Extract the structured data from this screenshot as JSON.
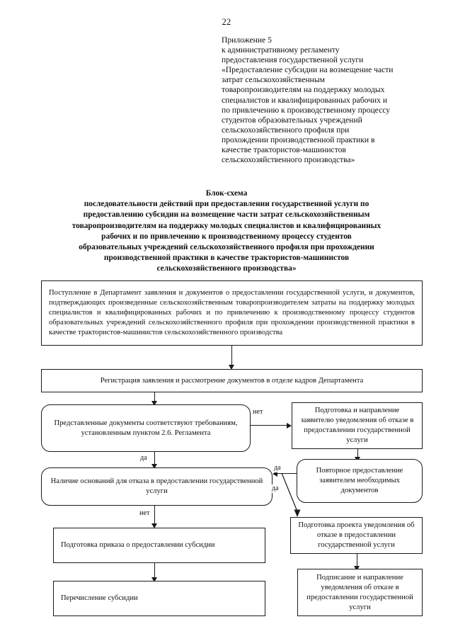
{
  "document": {
    "page_number": "22",
    "appendix_header": [
      "Приложение 5",
      "к административному регламенту",
      "предоставления государственной услуги",
      "«Предоставление субсидии на возмещение части",
      "затрат сельскохозяйственным",
      "товаропроизводителям на поддержку молодых",
      "специалистов и квалифицированных рабочих и",
      "по привлечению к производственному процессу",
      "студентов образовательных учреждений",
      "сельскохозяйственного профиля при",
      "прохождении производственной практики в",
      "качестве трактористов-машинистов",
      "сельскохозяйственного производства»"
    ],
    "scheme_title": [
      "Блок-схема",
      "последовательности действий при предоставлении государственной услуги по",
      "предоставлению субсидии на возмещение части затрат сельскохозяйственным",
      "товаропроизводителям на поддержку молодых специалистов и квалифицированных",
      "рабочих и по привлечению к производственному процессу студентов",
      "образовательных учреждений сельскохозяйственного профиля при прохождении",
      "производственной практики в качестве трактористов-машинистов",
      "сельскохозяйственного производства»"
    ]
  },
  "flowchart": {
    "nodes": {
      "intake": "Поступление в Департамент заявления и документов о предоставлении государственной услуги, и документов, подтверждающих произведенные сельскохозяйственным товаропроизводителем затраты на поддержку молодых специалистов и квалифицированных рабочих и по привлечению к производственному процессу студентов образовательных учреждений сельскохозяйственного профиля при прохождении производственной практики в качестве трактористов-машинистов сельскохозяйственного производства",
      "registration": "Регистрация заявления и рассмотрение документов в отделе кадров Департамента",
      "compliance_check": "Представленные документы соответствуют требованиям, установленным пунктом 2.6. Регламента",
      "refusal_notice": "Подготовка и направление заявителю уведомления об отказе в предоставлении государственной услуги",
      "refusal_grounds": "Наличие оснований для отказа в предоставлении государственной услуги",
      "resubmission": "Повторное предоставление заявителем необходимых документов",
      "refusal_draft": "Подготовка проекта уведомления об отказе в предоставлении государственной услуги",
      "order_preparation": "Подготовка приказа о предоставлении субсидии",
      "refusal_signing": "Подписание и направление уведомления об отказе в предоставлении государственной услуги",
      "subsidy_transfer": "Перечисление субсидии"
    },
    "edge_labels": {
      "no_to_refusal": "нет",
      "yes_to_grounds": "да",
      "yes_from_resubmission": "да",
      "yes_to_draft": "да",
      "no_to_order": "нет"
    }
  }
}
